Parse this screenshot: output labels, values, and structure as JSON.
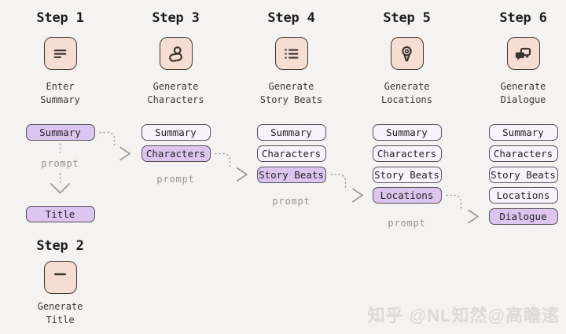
{
  "colors": {
    "background": "#f4f3f1",
    "tile_fill": "#f5ded1",
    "tile_border": "#3f3831",
    "pill_light": "#f8f3fb",
    "pill_highlight": "#dcc6ef",
    "pill_border": "#55505a",
    "arrow_gray": "#a6a49f"
  },
  "icons": {
    "step1": "document-lines-icon",
    "step2": "title-line-icon",
    "step3": "person-icon",
    "step4": "list-icon",
    "step5": "location-pin-icon",
    "step6": "dialogue-bubbles-icon"
  },
  "steps": {
    "step1": {
      "title": "Step 1",
      "caption": [
        "Enter",
        "Summary"
      ],
      "boxes": [
        "Summary"
      ],
      "prompt": "prompt",
      "result_box": "Title"
    },
    "step2": {
      "title": "Step 2",
      "caption": [
        "Generate",
        "Title"
      ]
    },
    "step3": {
      "title": "Step 3",
      "caption": [
        "Generate",
        "Characters"
      ],
      "boxes": [
        "Summary",
        "Characters"
      ],
      "prompt": "prompt"
    },
    "step4": {
      "title": "Step 4",
      "caption": [
        "Generate",
        "Story Beats"
      ],
      "boxes": [
        "Summary",
        "Characters",
        "Story Beats"
      ],
      "prompt": "prompt"
    },
    "step5": {
      "title": "Step 5",
      "caption": [
        "Generate",
        "Locations"
      ],
      "boxes": [
        "Summary",
        "Characters",
        "Story Beats",
        "Locations"
      ],
      "prompt": "prompt"
    },
    "step6": {
      "title": "Step 6",
      "caption": [
        "Generate",
        "Dialogue"
      ],
      "boxes": [
        "Summary",
        "Characters",
        "Story Beats",
        "Locations",
        "Dialogue"
      ]
    }
  },
  "watermark": {
    "text": "知乎 @NL知然@高瞻逺"
  }
}
